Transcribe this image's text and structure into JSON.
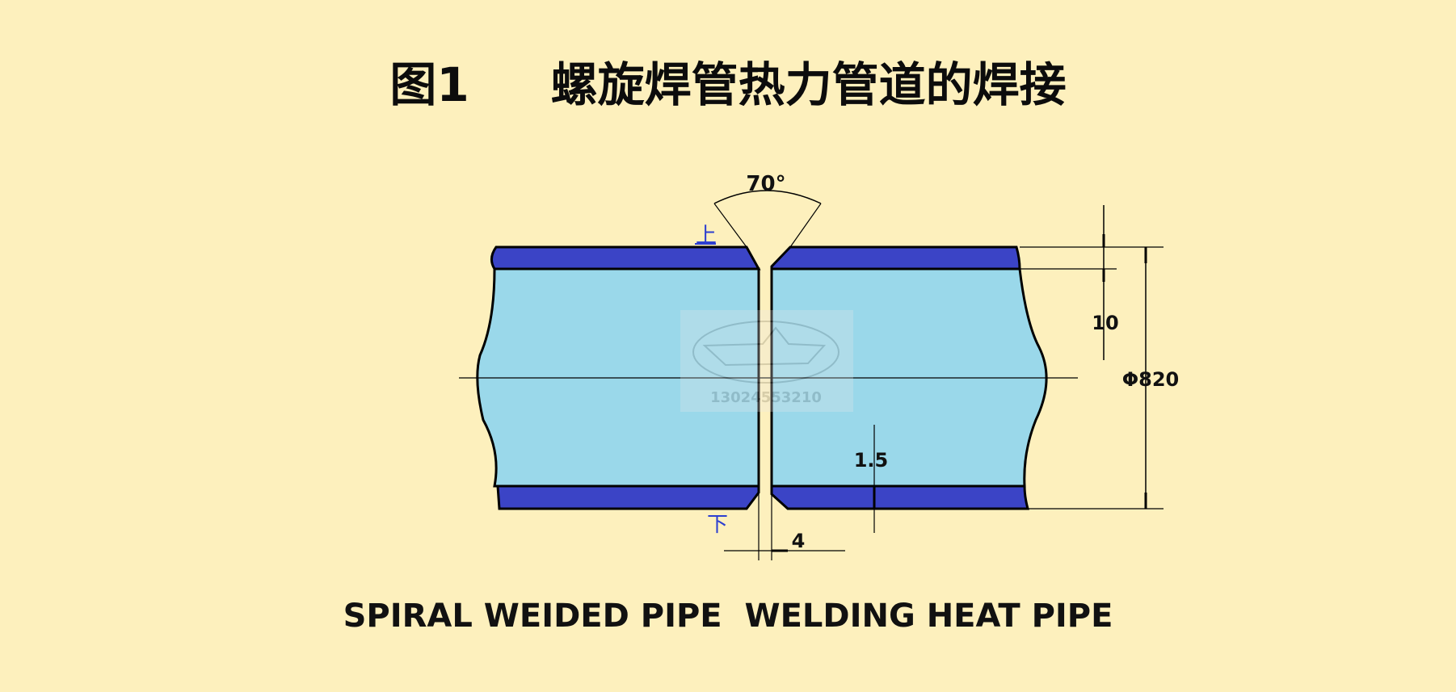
{
  "title": "图1     螺旋焊管热力管道的焊接",
  "caption": "SPIRAL WEIDED PIPE  WELDING HEAT PIPE",
  "labels": {
    "angle": "70°",
    "top_side": "上",
    "bottom_side": "下",
    "wall_thickness": "10",
    "diameter": "Φ820",
    "root_face": "1.5",
    "gap": "4"
  },
  "watermark": {
    "phone": "13024553210"
  },
  "colors": {
    "background": "#fdf0bd",
    "pipe_wall": "#3b44c6",
    "pipe_fill": "#9ad8ea",
    "label_blue": "#2d3fd0",
    "line": "#000000"
  }
}
